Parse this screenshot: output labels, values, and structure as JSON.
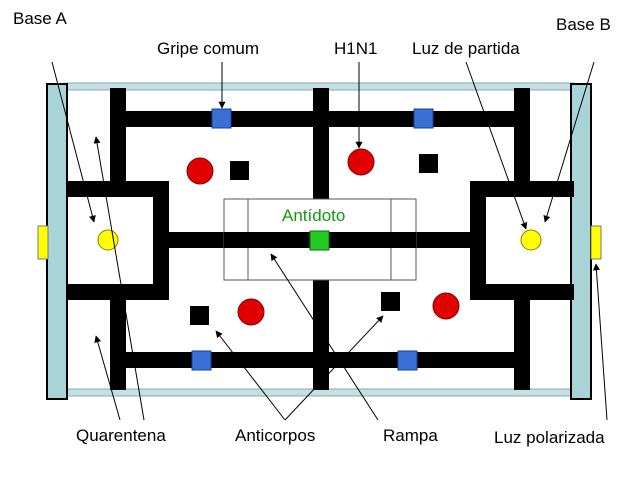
{
  "labels": {
    "base_a": "Base A",
    "base_b": "Base B",
    "gripe_comum": "Gripe comum",
    "h1n1": "H1N1",
    "luz_de_partida": "Luz de partida",
    "antidoto": "Antídoto",
    "quarentena": "Quarentena",
    "anticorpos": "Anticorpos",
    "rampa": "Rampa",
    "luz_polarizada": "Luz polarizada"
  },
  "colors": {
    "wall": "#000000",
    "base": "#a8d4d8",
    "border_rail": "#c5e0e4",
    "virus_square": "#3b6fd8",
    "antidote": "#22cc22",
    "antidote_label": "#119911",
    "virus_circle": "#e00000",
    "start_light": "#ffff00",
    "polarized_light": "#ffff00",
    "pointer": "#000000"
  }
}
